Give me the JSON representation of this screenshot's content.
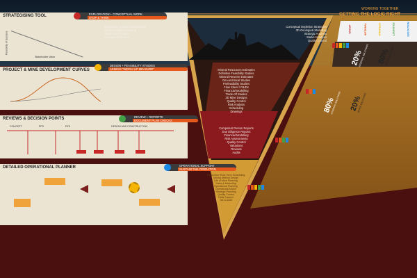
{
  "header": {
    "tagline_small": "WORKING TOGETHER",
    "tagline_big": "GETTING THE LOGIC RIGHT"
  },
  "stages": [
    {
      "panel_title": "STRATEGISING TOOL",
      "label_main": "EXPLORATION + CONCEPTUAL WORK",
      "label_sub": "STOP & THINK",
      "color": "#c62828"
    },
    {
      "panel_title": "PROJECT & MINE DEVELOPMENT CURVES",
      "label_main": "DESIGN + FEASIBILITY STUDIES",
      "label_sub": "ASSESS “WEIGH UP MEASURE”",
      "color": "#f4b400"
    },
    {
      "panel_title": "REVIEWS & DECISION POINTS",
      "label_main": "REVIEW + REPORTS",
      "label_sub": "DOCUMENT PLAN CHECKS",
      "color": "#43a047"
    },
    {
      "panel_title": "DETAILED OPERATIONAL PLANNER",
      "label_main": "OPERATIONAL SUPPORT",
      "label_sub": "SUSTAIN THE OPERATION",
      "color": "#1e88e5"
    }
  ],
  "section1_left": [
    "Exploration & Data Management",
    "Mine/Geological Tracking",
    "Mass Flow Analysis",
    "Conceptual Studies"
  ],
  "section1_right": [
    "Conceptual Depletion Strategies",
    "3D Geological Modelling",
    "Strategic Analysis",
    "Market Analysis",
    "Quality Control"
  ],
  "section2_list": [
    "Mineral Resources Estimates",
    "Definitive Feasibility Studies",
    "Mineral Reserve Estimates",
    "Geo-technical Studies",
    "Prefeasibility Studies",
    "Flow Sheet / P&IDs",
    "Financial Modelling",
    "Trade-off Studies",
    "3D Mine Designs",
    "Quality Control",
    "Risk Analysis",
    "Scheduling",
    "Drawings"
  ],
  "section3_list": [
    "Competent Person Reports",
    "Due Diligence Reports",
    "Financial Modelling",
    "Risk Assessments",
    "Quality Control",
    "Valuations",
    "Reviews",
    "Audits"
  ],
  "section4_list": [
    "Production Short-Term Scheduling",
    "Mining Method Design",
    "Life of Mine Planning",
    "Sales & Marketing",
    "Operational Planning",
    "Operational Advice",
    "Strategic Planning",
    "Quality Control",
    "Daily Support",
    "Tax & Audit"
  ],
  "side_labels": [
    "GROUP",
    "INTERNAL",
    "STRATEGY",
    "LOGISTICS",
    "EXECUTION"
  ],
  "percentages": [
    {
      "value": "20%",
      "caption": "INTERNAL SOLUTIONS"
    },
    {
      "value": "80%",
      "caption": "OFTEN SOLUTIONS"
    },
    {
      "value": "80%",
      "caption": "INTERNAL SOLUTIONS"
    },
    {
      "value": "20%",
      "caption": "OFTEN SOLUTIONS"
    }
  ],
  "panel3_phases": [
    "CONCEPT",
    "PFS",
    "DFS",
    "DESIGN AND CONSTRUCTION"
  ],
  "panel1_axis": {
    "y": "Possibility of Success",
    "x": "Stakeholder Value"
  },
  "colors": {
    "bg": "#4a0f0f",
    "sky": "#1a2a3a",
    "gold": "#d9a54c",
    "panel": "#ece4d3"
  }
}
